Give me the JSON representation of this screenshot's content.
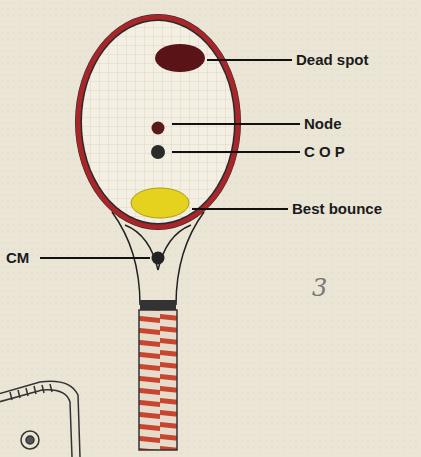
{
  "diagram": {
    "labels": [
      "Dead spot",
      "Node",
      "C O P",
      "Best bounce",
      "CM",
      "3"
    ]
  }
}
